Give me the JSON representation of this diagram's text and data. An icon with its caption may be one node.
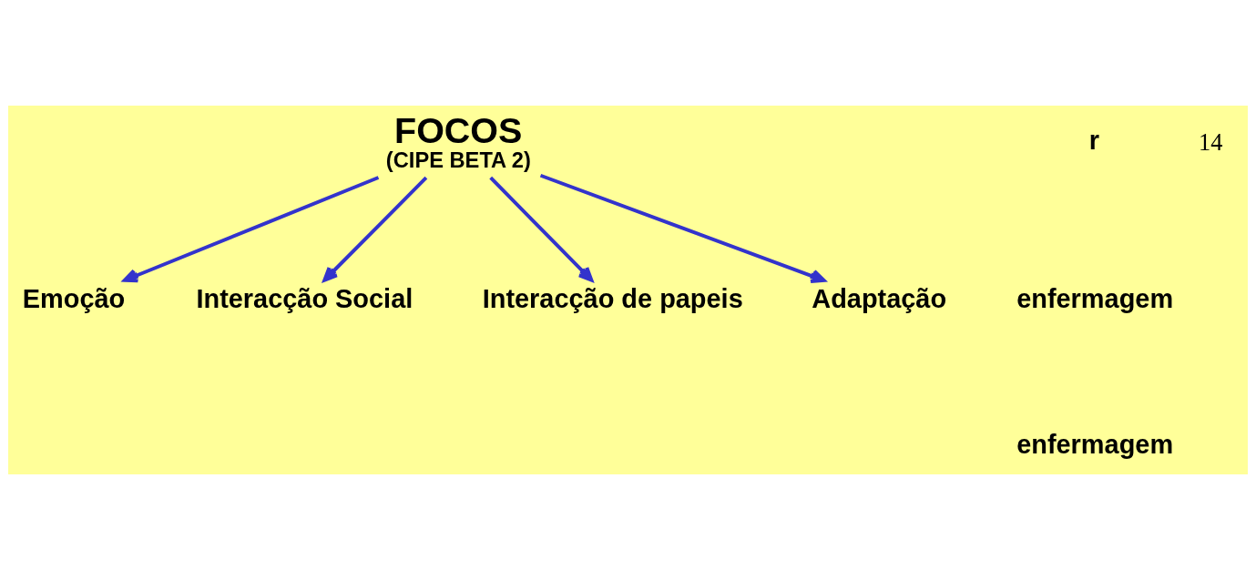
{
  "diagram": {
    "nodes": [
      {
        "text": [
          "FOCOS",
          "(CIPE BETA 2)"
        ]
      },
      {
        "text": [
          "Emoção"
        ]
      },
      {
        "text": [
          "Interacção Social"
        ]
      },
      {
        "text": [
          "Interacção de papeis"
        ]
      },
      {
        "text": [
          "Adaptação"
        ]
      }
    ],
    "edges": [
      {
        "from": 0,
        "to": 1,
        "arrow": "to"
      },
      {
        "from": 0,
        "to": 2,
        "arrow": "to"
      },
      {
        "from": 0,
        "to": 3,
        "arrow": "to"
      },
      {
        "from": 0,
        "to": 4,
        "arrow": "to"
      }
    ],
    "labels": [
      "r",
      "enfermagem",
      "enfermagem",
      "14"
    ]
  }
}
